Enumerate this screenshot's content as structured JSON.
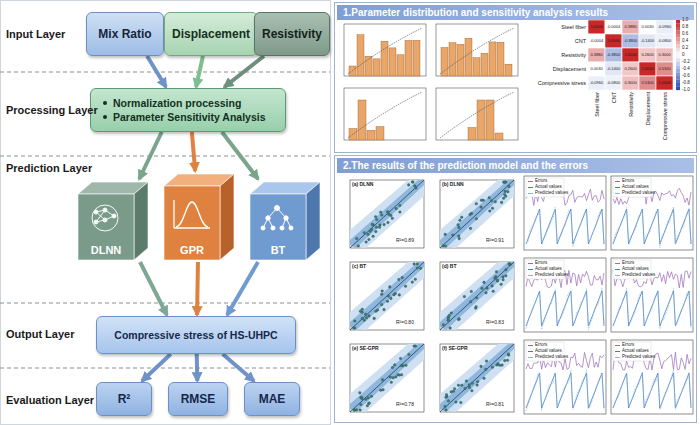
{
  "diagram": {
    "nodes": [
      {
        "text": [
          "Mix Ratio"
        ]
      },
      {
        "text": [
          "Displacement"
        ]
      },
      {
        "text": [
          "Resistivity"
        ]
      },
      {
        "text": [
          "Normalization processing",
          "Parameter Sensitivity Analysis"
        ]
      },
      {
        "text": [
          "DLNN"
        ]
      },
      {
        "text": [
          "GPR"
        ]
      },
      {
        "text": [
          "BT"
        ]
      },
      {
        "text": [
          "Compressive stress of HS-UHPC"
        ]
      },
      {
        "text": [
          "R²"
        ]
      },
      {
        "text": [
          "RMSE"
        ]
      },
      {
        "text": [
          "MAE"
        ]
      },
      {
        "text": [
          "1.Parameter distribution and sensitivity analysis results"
        ]
      },
      {
        "text": [
          "2.The results of the prediction model and the errors"
        ]
      }
    ],
    "edges": [
      {
        "from": 0,
        "to": 3,
        "arrow": "to"
      },
      {
        "from": 1,
        "to": 3,
        "arrow": "to"
      },
      {
        "from": 2,
        "to": 3,
        "arrow": "to"
      },
      {
        "from": 3,
        "to": 4,
        "arrow": "to"
      },
      {
        "from": 3,
        "to": 5,
        "arrow": "to"
      },
      {
        "from": 3,
        "to": 6,
        "arrow": "to"
      },
      {
        "from": 4,
        "to": 7,
        "arrow": "to"
      },
      {
        "from": 5,
        "to": 7,
        "arrow": "to"
      },
      {
        "from": 6,
        "to": 7,
        "arrow": "to"
      },
      {
        "from": 7,
        "to": 8,
        "arrow": "to"
      },
      {
        "from": 7,
        "to": 9,
        "arrow": "to"
      },
      {
        "from": 7,
        "to": 10,
        "arrow": "to"
      }
    ],
    "labels": [
      "Input Layer",
      "Processing Layer",
      "Prediction Layer",
      "Output Layer",
      "Evaluation Layer",
      "Steel fiber",
      "CNT",
      "Resistivity",
      "Displacement",
      "Compressive stress",
      "Steel fiber",
      "CNT",
      "Resistivity",
      "Displacement",
      "Compressive stress",
      "1.0000",
      "-0.0004",
      "0.3880",
      "0.0030",
      "-0.0960",
      "-0.0004",
      "1.0000",
      "-0.3800",
      "-0.1400",
      "-0.0800",
      "0.3880",
      "-0.3800",
      "1.0000",
      "0.2600",
      "0.3000",
      "0.0030",
      "-0.1400",
      "0.2600",
      "1.0000",
      "0.5300",
      "-0.0960",
      "-0.0800",
      "0.3000",
      "0.5300",
      "1.0000",
      "1.0",
      "0.8",
      "0.6",
      "0.4",
      "0.2",
      "0",
      "-0.2",
      "-0.4",
      "-0.6",
      "-0.8",
      "-1.0",
      "(a) DLNN",
      "R²=0.89",
      "(b) DLNN",
      "R²=0.91",
      "(c) BT",
      "R²=0.80",
      "(d) BT",
      "R²=0.83",
      "(e) SE-GPR",
      "R²=0.78",
      "(f) SE-GPR",
      "R²=0.81",
      "Errors",
      "Actual values",
      "Predicted values",
      "Errors",
      "Actual values",
      "Predicted values",
      "Errors",
      "Actual values",
      "Predicted values",
      "Errors",
      "Actual values",
      "Predicted values",
      "Errors",
      "Actual values",
      "Predicted values",
      "Errors",
      "Actual values",
      "Predicted values"
    ]
  }
}
